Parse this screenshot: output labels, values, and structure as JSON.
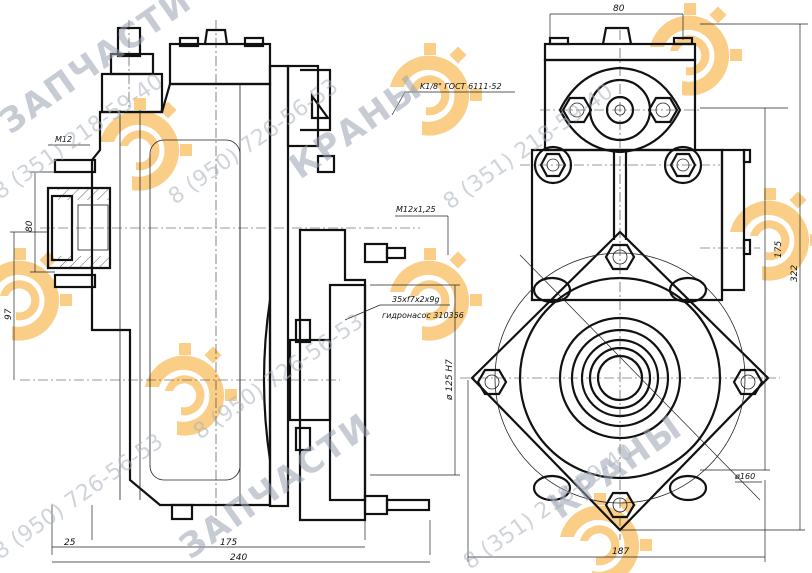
{
  "drawing": {
    "title": "Hydraulic pump drive (PTO) assembly — technical drawing",
    "views": [
      "side-section-view",
      "front-view"
    ]
  },
  "annotations": {
    "thread_callout_top": "K1/8\" ГОСТ 6111-52",
    "thread_callout_stud": "M12x1,25",
    "thread_callout_left": "M12",
    "spline_callout": "35xf7x2x9g",
    "pump_note": "гидронасос 310356",
    "bore_diameter": "ø 125 H7",
    "bolt_circle_diameter": "ø160"
  },
  "dimensions": {
    "left_view": {
      "d80_vertical": "80",
      "d97_vertical": "97",
      "d25_horizontal": "25",
      "d175_horizontal": "175",
      "d240_horizontal": "240"
    },
    "front_view": {
      "d80_top": "80",
      "d175_vertical": "175",
      "d322_vertical": "322",
      "d187_horizontal": "187"
    }
  },
  "watermark": {
    "brand_words": [
      "ЗАПЧАСТИ",
      "КРАНЫ",
      "ЗАПЧАСТИ",
      "КРАНЫ"
    ],
    "phones": [
      "8 (950) 726-56-53",
      "8 (351) 218-59-40",
      "8 (351) 218-59-40",
      "8 (950) 726-56-53",
      "8 (351) 218-59-40",
      "8 (950) 726-56-53"
    ],
    "accent_color": "#f5a623"
  }
}
